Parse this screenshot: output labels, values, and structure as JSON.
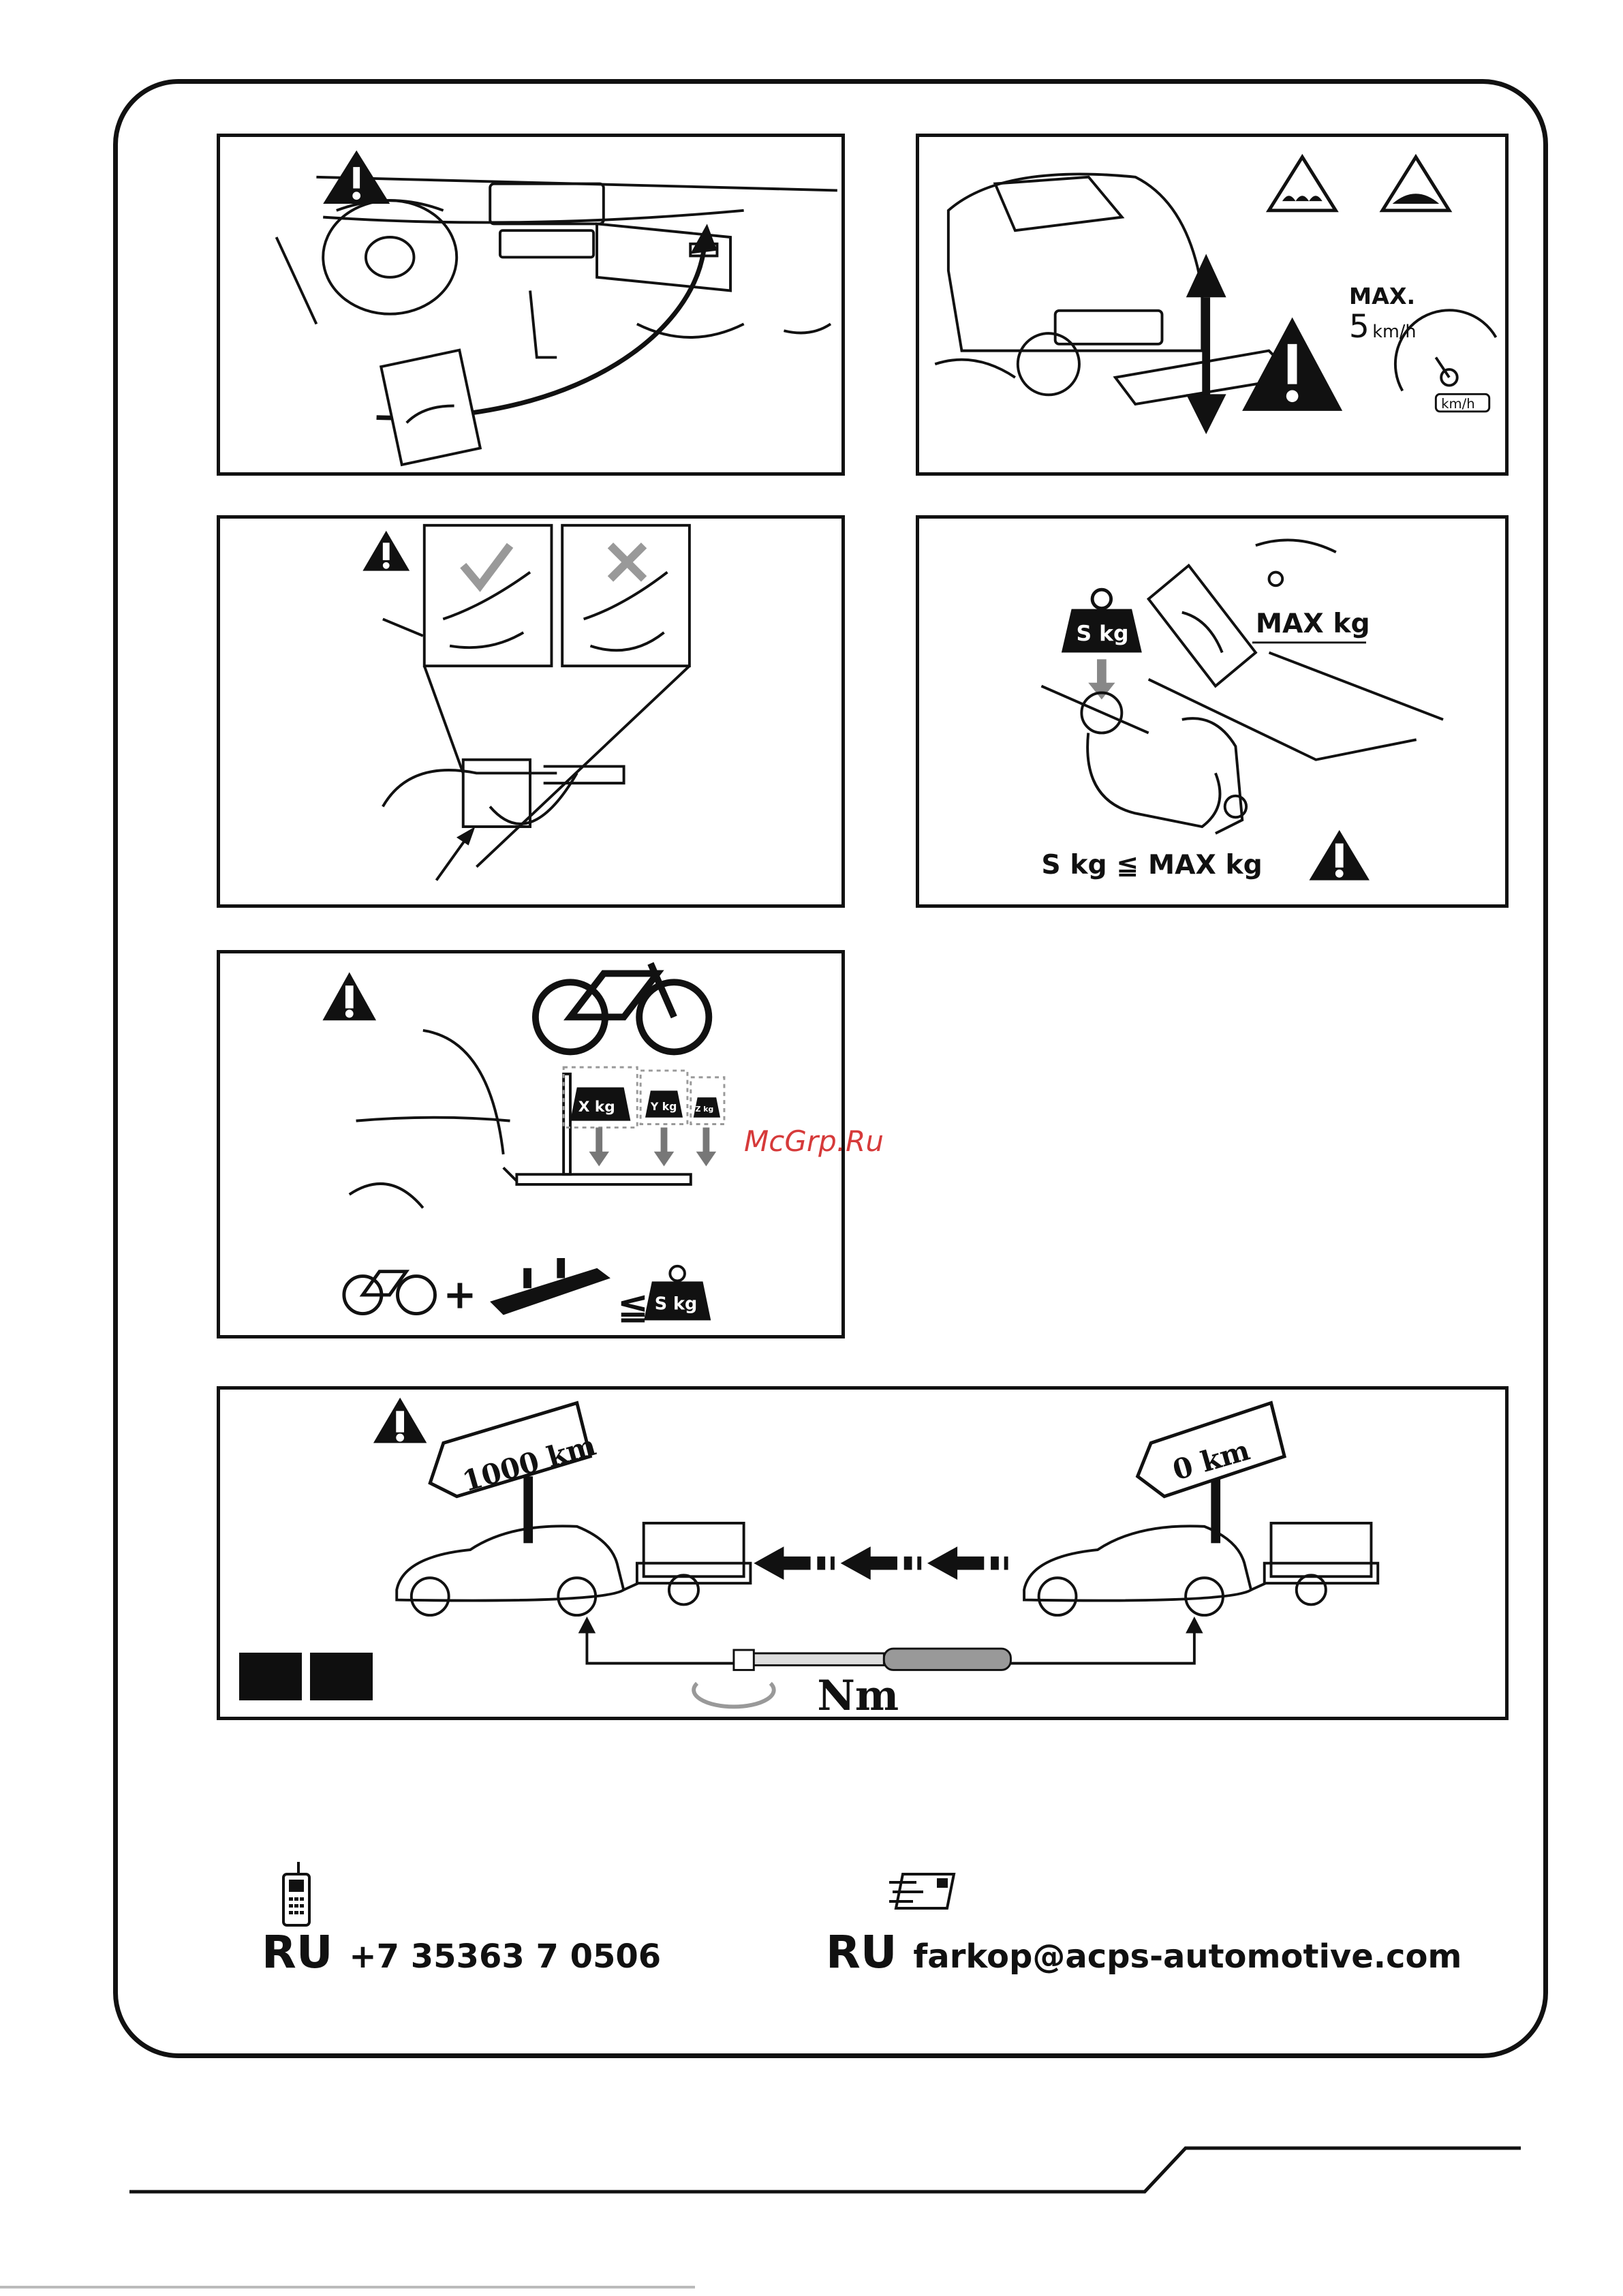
{
  "panels": {
    "speed": {
      "max_label": "MAX.",
      "speed_value": "5",
      "speed_unit": "km/h",
      "gauge_unit": "km/h"
    },
    "load": {
      "weight_tag": "S kg",
      "max_label": "MAX kg",
      "formula": "S kg ≦ MAX kg"
    },
    "bike": {
      "weight_x": "X kg",
      "weight_y": "Y kg",
      "weight_z": "Z kg",
      "result_weight": "S kg",
      "plus_sign": "+",
      "le_sign": "≦"
    },
    "torque": {
      "sign_left": "1000 km",
      "sign_right": "0 km",
      "unit": "Nm"
    }
  },
  "watermark": "McGrp.Ru",
  "contacts": {
    "phone": {
      "code": "RU",
      "value": "+7 35363 7 0506"
    },
    "email": {
      "code": "RU",
      "value": "farkop@acps-automotive.com"
    }
  },
  "colors": {
    "ink": "#111111",
    "watermark": "#d63a3a"
  }
}
